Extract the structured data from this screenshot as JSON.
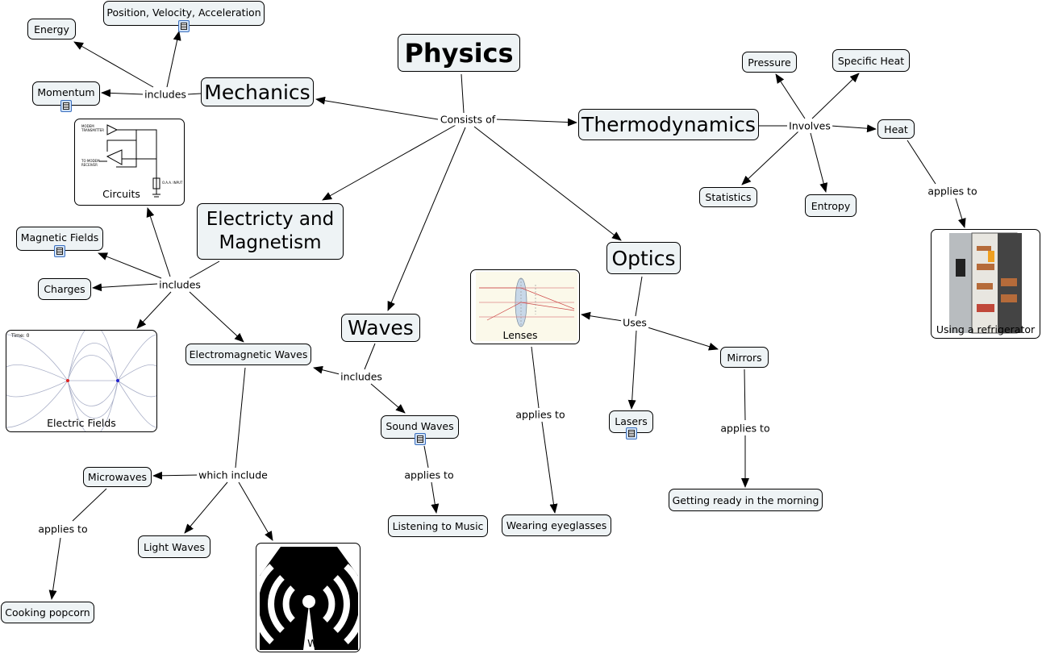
{
  "nodes": {
    "physics": "Physics",
    "mechanics": "Mechanics",
    "thermodynamics": "Thermodynamics",
    "electricity_magnetism": "Electricty and Magnetism",
    "waves": "Waves",
    "optics": "Optics",
    "energy": "Energy",
    "position": "Position, Velocity, Acceleration",
    "momentum": "Momentum",
    "circuits": "Circuits",
    "pressure": "Pressure",
    "specific_heat": "Specific Heat",
    "heat": "Heat",
    "statistics": "Statistics",
    "entropy": "Entropy",
    "refrigerator": "Using a refrigerator",
    "magnetic_fields": "Magnetic Fields",
    "charges": "Charges",
    "electric_fields": "Electric Fields",
    "em_waves": "Electromagnetic Waves",
    "lenses": "Lenses",
    "mirrors": "Mirrors",
    "lasers": "Lasers",
    "sound_waves": "Sound Waves",
    "microwaves": "Microwaves",
    "light_waves": "Light Waves",
    "radio_waves": "Radio Waves",
    "listening": "Listening to Music",
    "eyeglasses": "Wearing eyeglasses",
    "morning": "Getting ready in the morning",
    "popcorn": "Cooking popcorn"
  },
  "links": {
    "consists_of": "Consists of",
    "includes": "includes",
    "involves": "Involves",
    "applies_to": "applies to",
    "uses": "Uses",
    "which_include": "which include"
  }
}
